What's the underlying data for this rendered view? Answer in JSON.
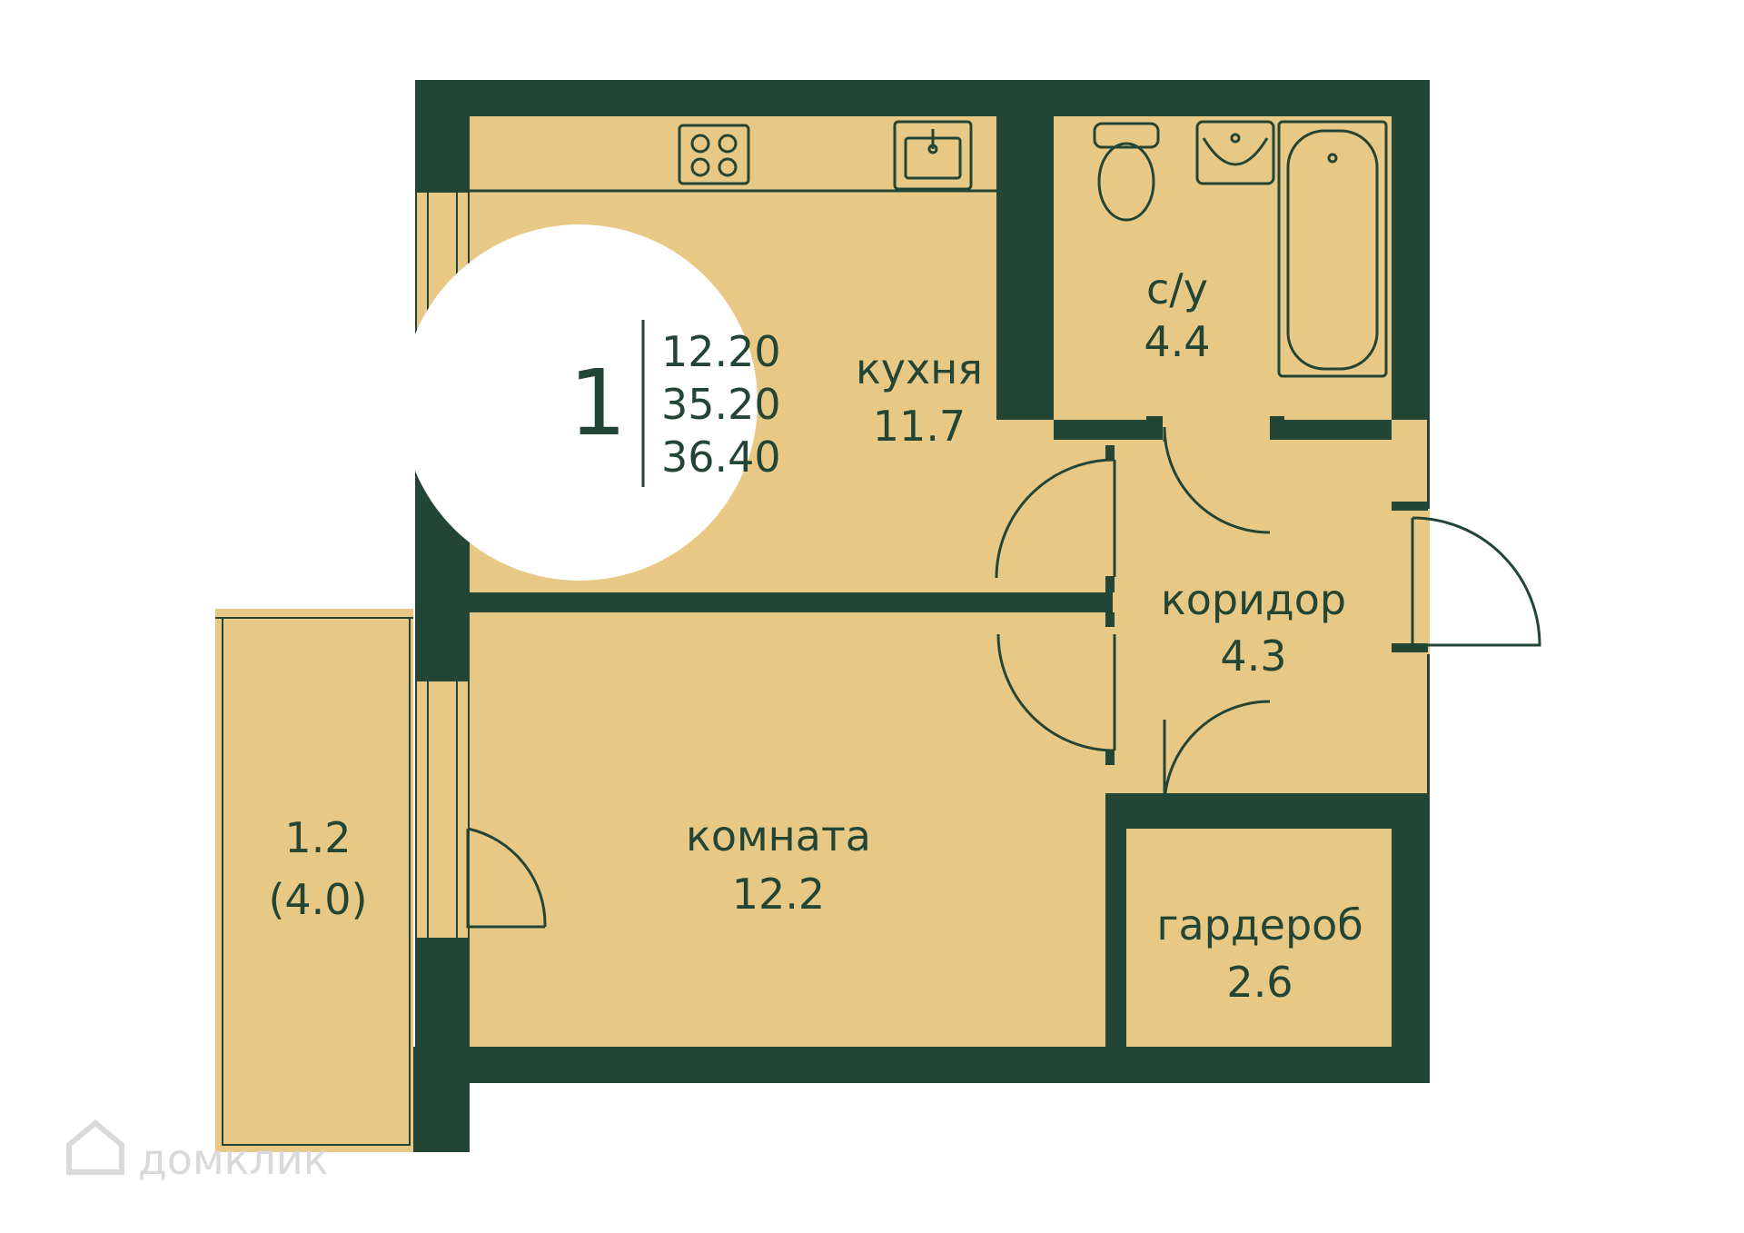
{
  "colors": {
    "wall": "#234535",
    "floor": "#e7c884",
    "badge": "#ffffff",
    "watermark": "#d9d9d9"
  },
  "badge": {
    "rooms": "1",
    "living_area": "12.20",
    "total_area": "35.20",
    "area_with_balcony": "36.40"
  },
  "rooms": {
    "kitchen": {
      "name": "кухня",
      "area": "11.7"
    },
    "bathroom": {
      "name": "с/у",
      "area": "4.4"
    },
    "corridor": {
      "name": "коридор",
      "area": "4.3"
    },
    "living_room": {
      "name": "комната",
      "area": "12.2"
    },
    "wardrobe": {
      "name": "гардероб",
      "area": "2.6"
    },
    "balcony": {
      "area": "1.2",
      "area_full": "(4.0)"
    }
  },
  "watermark": {
    "text": "домклик",
    "icon": "house-icon"
  }
}
